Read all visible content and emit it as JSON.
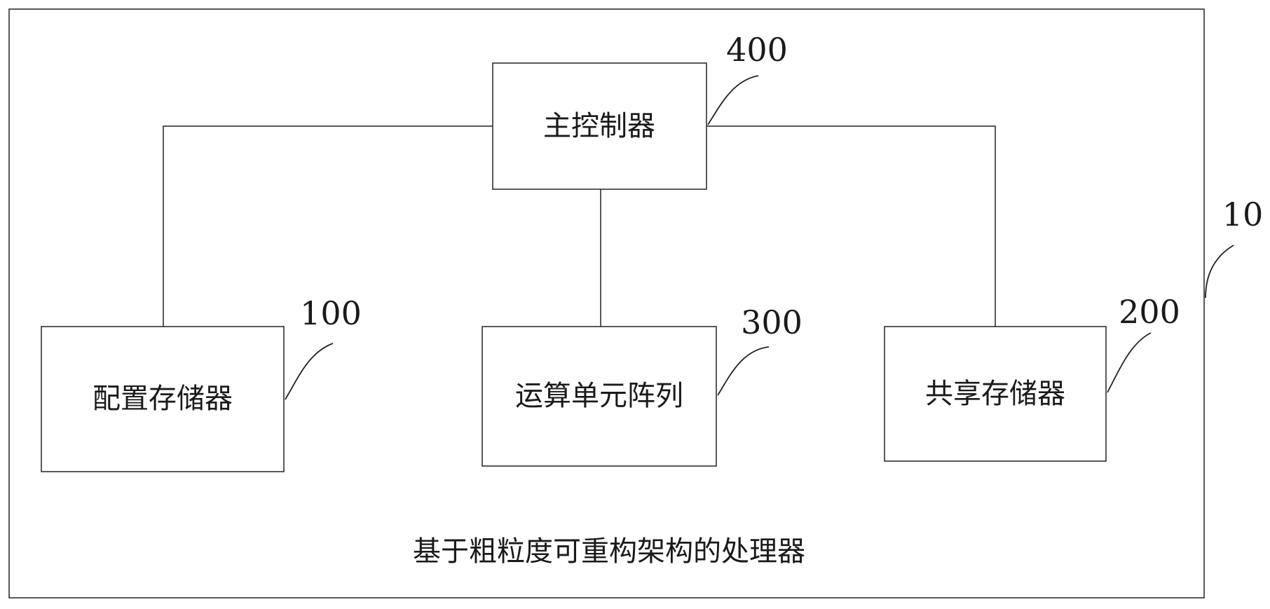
{
  "caption": "基于粗粒度可重构架构的处理器",
  "system_ref": "10",
  "blocks": {
    "main_controller": {
      "label": "主控制器",
      "ref": "400"
    },
    "config_memory": {
      "label": "配置存储器",
      "ref": "100"
    },
    "compute_array": {
      "label": "运算单元阵列",
      "ref": "300"
    },
    "shared_memory": {
      "label": "共享存储器",
      "ref": "200"
    }
  },
  "connections": [
    [
      "main_controller",
      "config_memory"
    ],
    [
      "main_controller",
      "compute_array"
    ],
    [
      "main_controller",
      "shared_memory"
    ]
  ]
}
